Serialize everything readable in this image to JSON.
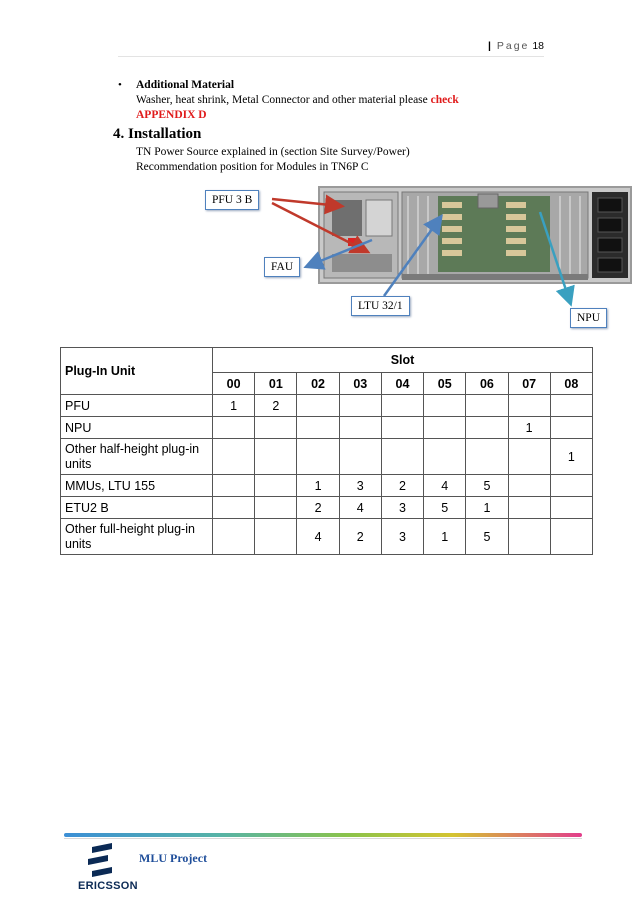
{
  "header": {
    "separator": "|",
    "page_label": "Page",
    "page_number": "18"
  },
  "additional_material": {
    "heading": "Additional Material",
    "text": "Washer, heat shrink, Metal Connector and other material please",
    "link_word": "check",
    "link_target": "APPENDIX D"
  },
  "installation": {
    "title": "4. Installation",
    "line1": "TN Power Source explained in (section Site Survey/Power)",
    "line2": "Recommendation position for Modules in TN6P C"
  },
  "figure": {
    "callouts": {
      "pfu": "PFU 3 B",
      "fau": "FAU",
      "ltu": "LTU 32/1",
      "npu": "NPU"
    },
    "arrow_color": "#c0392b",
    "arrow_color_blue": "#4f81bd"
  },
  "table": {
    "unit_header": "Plug-In Unit",
    "slot_header": "Slot",
    "slots": [
      "00",
      "01",
      "02",
      "03",
      "04",
      "05",
      "06",
      "07",
      "08"
    ],
    "rows": [
      {
        "label": "PFU",
        "cells": [
          "1",
          "2",
          "",
          "",
          "",
          "",
          "",
          "",
          ""
        ]
      },
      {
        "label": "NPU",
        "cells": [
          "",
          "",
          "",
          "",
          "",
          "",
          "",
          "1",
          ""
        ]
      },
      {
        "label": "Other half-height plug-in units",
        "cells": [
          "",
          "",
          "",
          "",
          "",
          "",
          "",
          "",
          "1"
        ]
      },
      {
        "label": "MMUs, LTU 155",
        "cells": [
          "",
          "",
          "1",
          "3",
          "2",
          "4",
          "5",
          "",
          ""
        ]
      },
      {
        "label": "ETU2 B",
        "cells": [
          "",
          "",
          "2",
          "4",
          "3",
          "5",
          "1",
          "",
          ""
        ]
      },
      {
        "label": "Other full-height plug-in units",
        "cells": [
          "",
          "",
          "4",
          "2",
          "3",
          "1",
          "5",
          "",
          ""
        ]
      }
    ]
  },
  "footer": {
    "project": "MLU Project",
    "brand": "ERICSSON"
  }
}
